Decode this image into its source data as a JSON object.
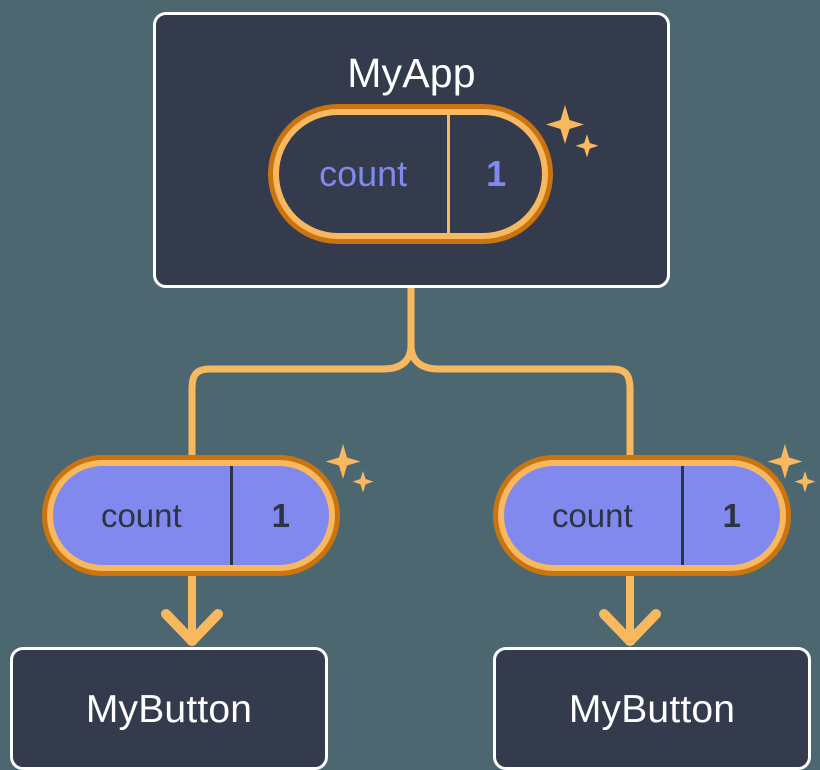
{
  "diagram": {
    "title_text": "MyApp",
    "background_color": "#4d6770",
    "nodes": {
      "root": {
        "label": "MyApp",
        "kind": "component-box",
        "box_fill": "#343b4c",
        "box_border": "#ffffff",
        "state": {
          "key": "count",
          "value": "1",
          "variant": "dark",
          "ring_outer_color": "#c9740f",
          "ring_inner_color": "#f7b85f",
          "body_fill": "#343b4c",
          "text_color": "#8189ee",
          "has_sparkle": true
        }
      },
      "left_branch": {
        "state": {
          "key": "count",
          "value": "1",
          "variant": "purple",
          "ring_outer_color": "#c9740f",
          "ring_inner_color": "#f7b85f",
          "body_fill": "#8189ee",
          "text_color": "#2c3444",
          "has_sparkle": true
        },
        "component": {
          "label": "MyButton",
          "kind": "component-box",
          "box_fill": "#343b4c",
          "box_border": "#ffffff"
        }
      },
      "right_branch": {
        "state": {
          "key": "count",
          "value": "1",
          "variant": "purple",
          "ring_outer_color": "#c9740f",
          "ring_inner_color": "#f7b85f",
          "body_fill": "#8189ee",
          "text_color": "#2c3444",
          "has_sparkle": true
        },
        "component": {
          "label": "MyButton",
          "kind": "component-box",
          "box_fill": "#343b4c",
          "box_border": "#ffffff"
        }
      }
    },
    "connectors": {
      "color": "#f7b85f",
      "stroke_width": 7,
      "arrow_style": "chevron",
      "branch_from": "root",
      "branch_to": [
        "left_branch",
        "right_branch"
      ]
    },
    "sparkle": {
      "name": "sparkle-icon",
      "color": "#f7b85f",
      "count_per_group": 2
    }
  }
}
